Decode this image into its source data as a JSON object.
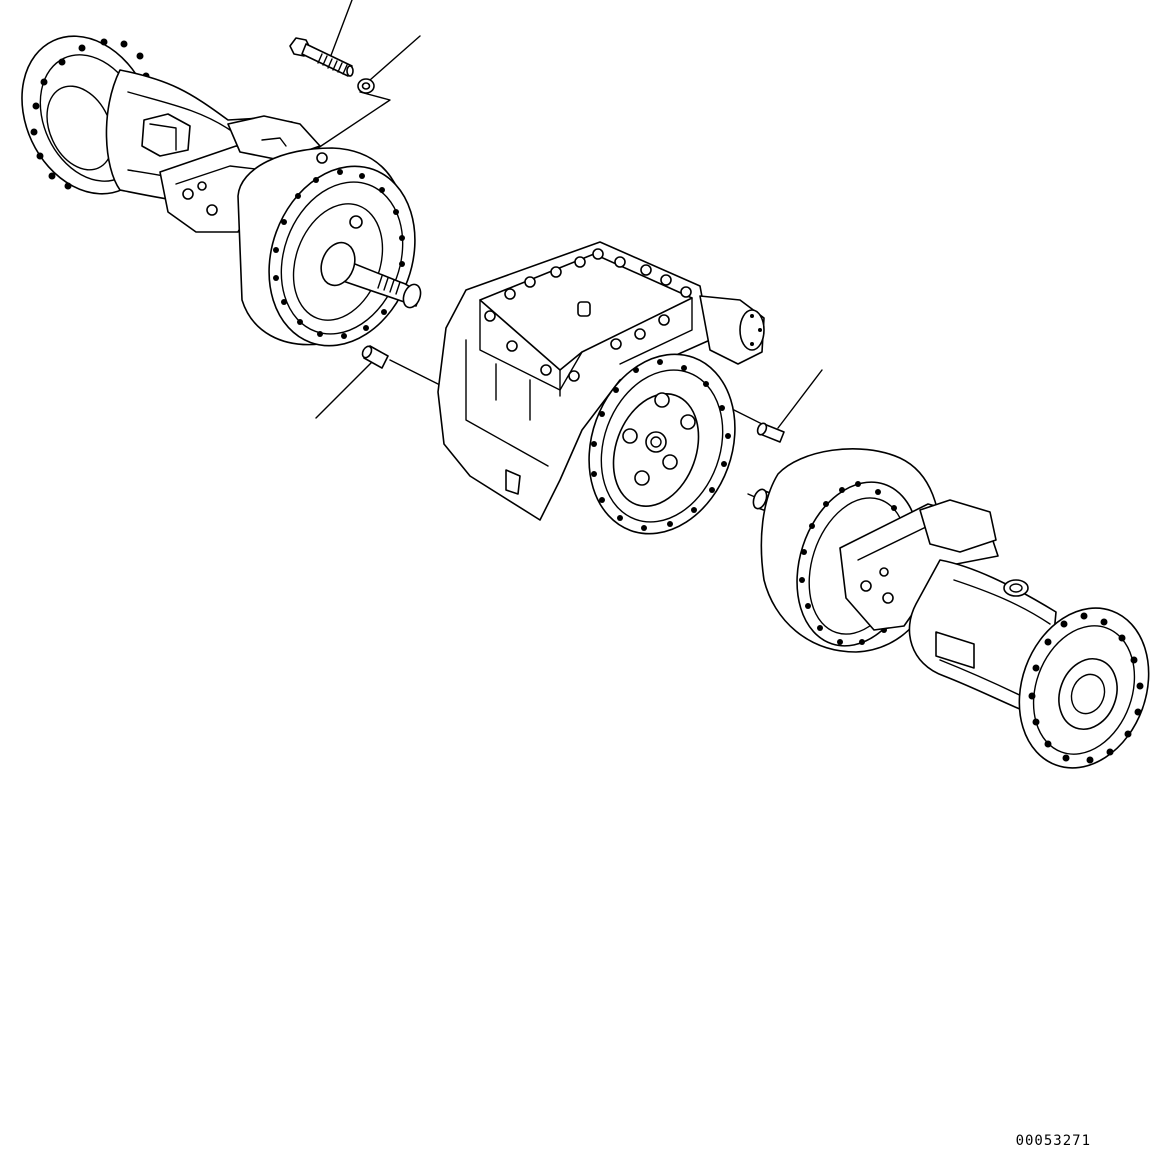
{
  "drawing": {
    "number": "00053271"
  },
  "parts": [
    {
      "name": "front-axle-housing"
    },
    {
      "name": "differential-assembly"
    },
    {
      "name": "rear-axle-housing"
    },
    {
      "name": "bolt"
    },
    {
      "name": "washer"
    },
    {
      "name": "dowel-pin-left"
    },
    {
      "name": "dowel-pin-right"
    }
  ],
  "colors": {
    "line": "#000000",
    "background": "#ffffff"
  }
}
